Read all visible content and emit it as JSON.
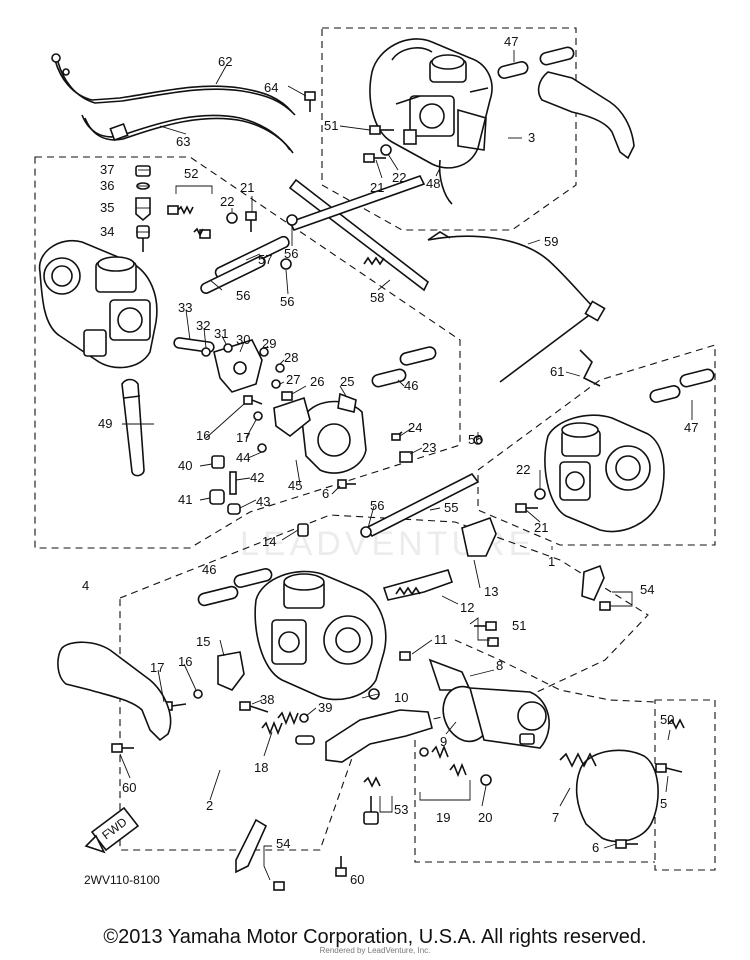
{
  "diagram_code": "2WV110-8100",
  "arrow_label": "FWD",
  "watermark": "LEADVENTURE",
  "copyright": "©2013 Yamaha Motor Corporation, U.S.A. All rights reserved.",
  "rendered_by": "Rendered by LeadVenture, Inc.",
  "part_numbers": [
    "1",
    "2",
    "3",
    "4",
    "5",
    "6",
    "7",
    "8",
    "9",
    "10",
    "11",
    "12",
    "13",
    "14",
    "15",
    "16",
    "17",
    "18",
    "19",
    "20",
    "21",
    "22",
    "23",
    "24",
    "25",
    "26",
    "27",
    "28",
    "29",
    "30",
    "31",
    "32",
    "33",
    "34",
    "35",
    "36",
    "37",
    "38",
    "39",
    "40",
    "41",
    "42",
    "43",
    "44",
    "45",
    "46",
    "47",
    "48",
    "49",
    "50",
    "51",
    "52",
    "53",
    "54",
    "55",
    "56",
    "57",
    "58",
    "59",
    "60",
    "61",
    "62",
    "63",
    "64"
  ]
}
